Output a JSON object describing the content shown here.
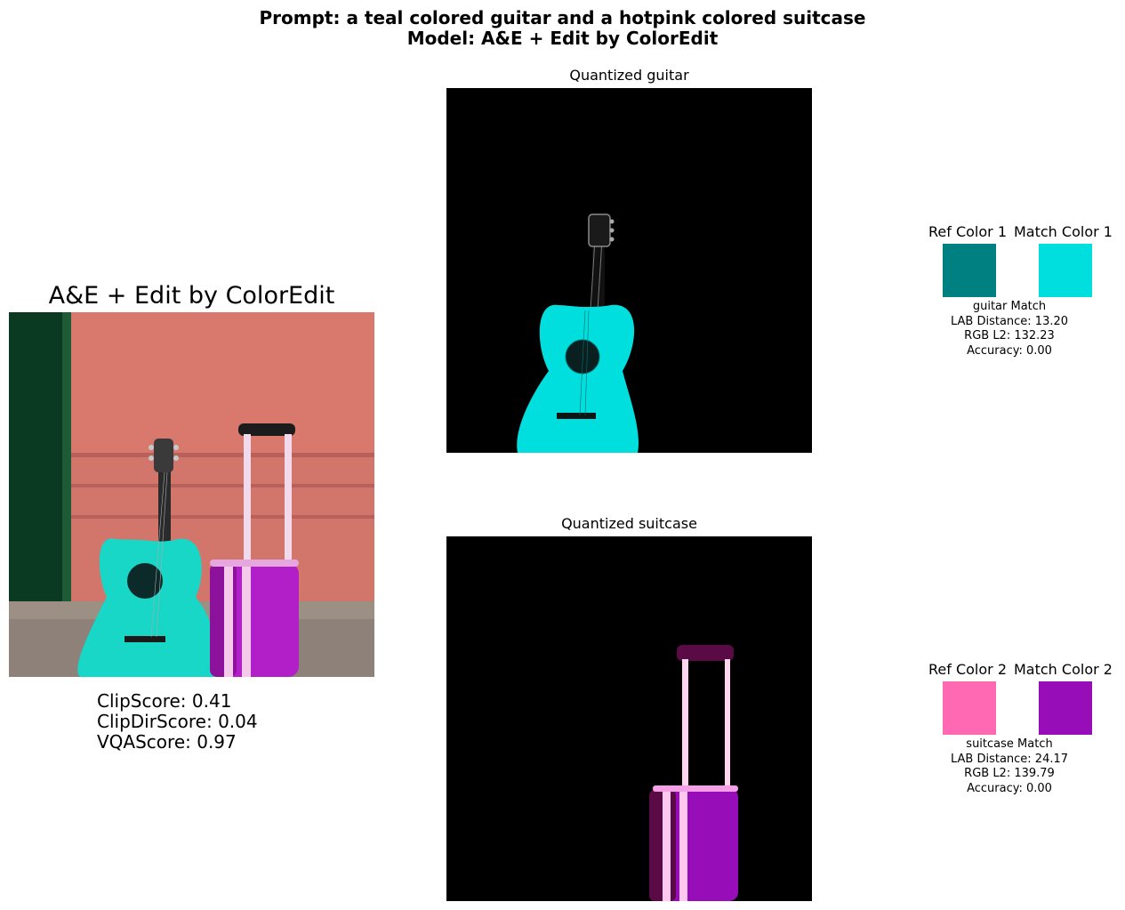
{
  "header": {
    "line1": "Prompt: a teal colored guitar and a hotpink colored suitcase",
    "line2": "Model: A&E + Edit by ColorEdit"
  },
  "main_image": {
    "title": "A&E + Edit by ColorEdit",
    "scores": {
      "clip": "ClipScore: 0.41",
      "clip_dir": "ClipDirScore: 0.04",
      "vqa": "VQAScore: 0.97"
    }
  },
  "quantized": [
    {
      "title": "Quantized guitar"
    },
    {
      "title": "Quantized suitcase"
    }
  ],
  "color_matches": [
    {
      "ref_label": "Ref Color 1",
      "match_label": "Match Color 1",
      "ref_color": "#008080",
      "match_color": "#00dede",
      "caption": "guitar Match",
      "lab": "LAB Distance: 13.20",
      "rgb": "RGB L2: 132.23",
      "accuracy": "Accuracy: 0.00"
    },
    {
      "ref_label": "Ref Color 2",
      "match_label": "Match Color 2",
      "ref_color": "#ff69b4",
      "match_color": "#970db7",
      "caption": "suitcase Match",
      "lab": "LAB Distance: 24.17",
      "rgb": "RGB L2: 139.79",
      "accuracy": "Accuracy: 0.00"
    }
  ]
}
